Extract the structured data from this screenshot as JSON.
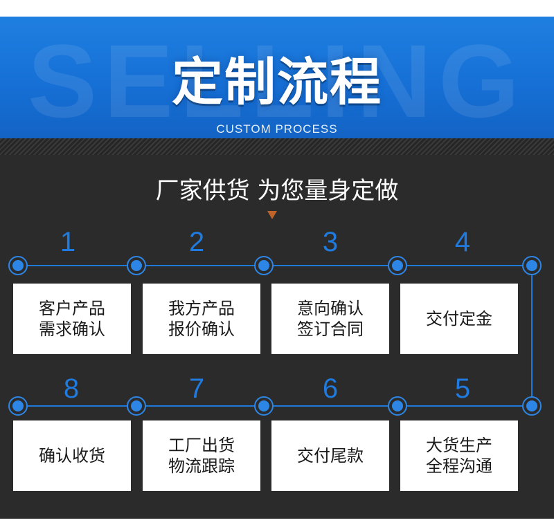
{
  "header": {
    "watermark": "SELLING",
    "title": "定制流程",
    "subtitle": "CUSTOM PROCESS"
  },
  "tagline": "厂家供货 为您量身定做",
  "colors": {
    "banner_blue": "#1670d6",
    "accent_blue": "#2d86e6",
    "dark_bg": "#2b2b2b",
    "pointer_orange": "#c0632b"
  },
  "steps": [
    {
      "number": "1",
      "label": "客户产品\n需求确认"
    },
    {
      "number": "2",
      "label": "我方产品\n报价确认"
    },
    {
      "number": "3",
      "label": "意向确认\n签订合同"
    },
    {
      "number": "4",
      "label": "交付定金"
    },
    {
      "number": "5",
      "label": "大货生产\n全程沟通"
    },
    {
      "number": "6",
      "label": "交付尾款"
    },
    {
      "number": "7",
      "label": "工厂出货\n物流跟踪"
    },
    {
      "number": "8",
      "label": "确认收货"
    }
  ]
}
